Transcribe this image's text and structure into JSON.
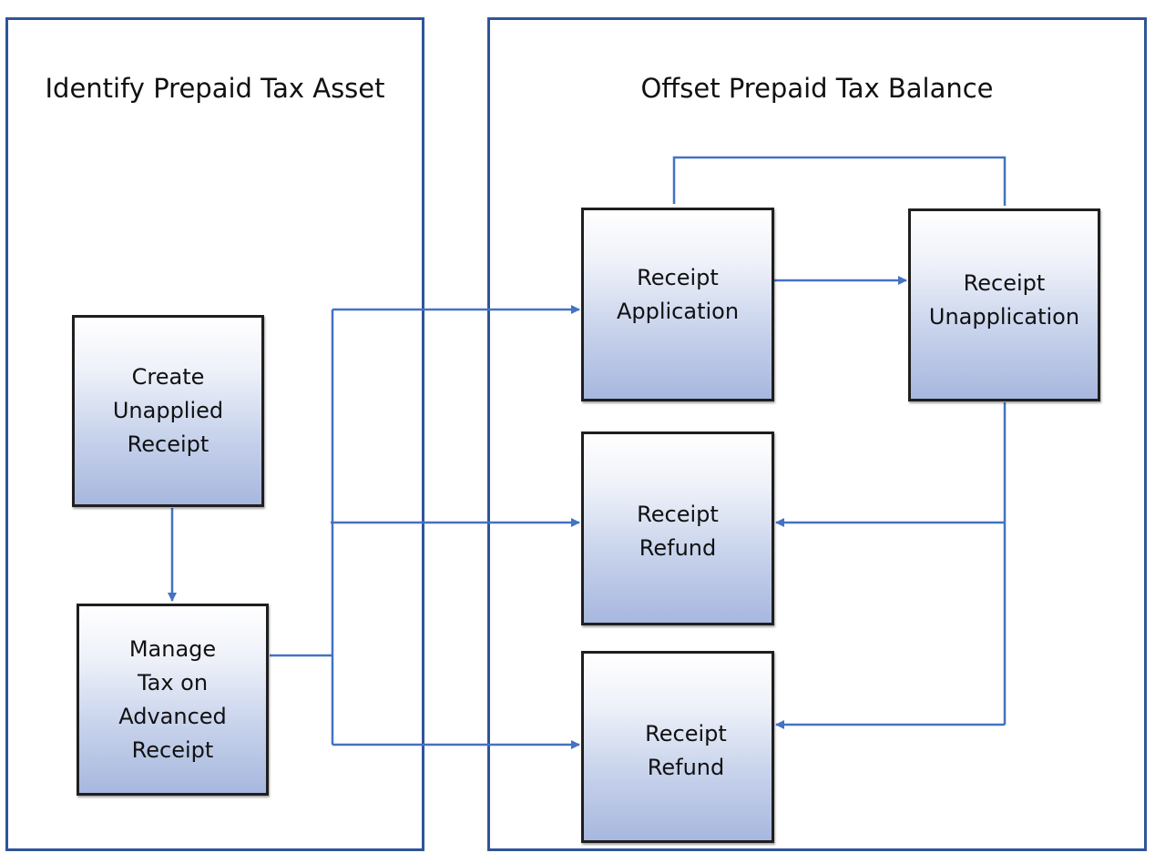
{
  "panels": {
    "left": {
      "title": "Identify Prepaid Tax Asset"
    },
    "right": {
      "title": "Offset Prepaid Tax Balance"
    }
  },
  "nodes": {
    "create_unapplied_receipt": {
      "lines": [
        "Create",
        "Unapplied",
        "Receipt"
      ]
    },
    "manage_tax_advanced_receipt": {
      "lines": [
        "Manage",
        "Tax on",
        "Advanced",
        "Receipt"
      ]
    },
    "receipt_application": {
      "lines": [
        "Receipt",
        "Application"
      ]
    },
    "receipt_unapplication": {
      "lines": [
        "Receipt",
        "Unapplication"
      ]
    },
    "receipt_refund_1": {
      "lines": [
        "Receipt",
        "Refund"
      ]
    },
    "receipt_refund_2": {
      "lines": [
        "Receipt",
        "Refund"
      ]
    }
  },
  "colors": {
    "connector": "#4472c4",
    "panel_border": "#2f5597",
    "node_border": "#1f1f1f",
    "node_gradient_bottom": "#a7b7de"
  }
}
